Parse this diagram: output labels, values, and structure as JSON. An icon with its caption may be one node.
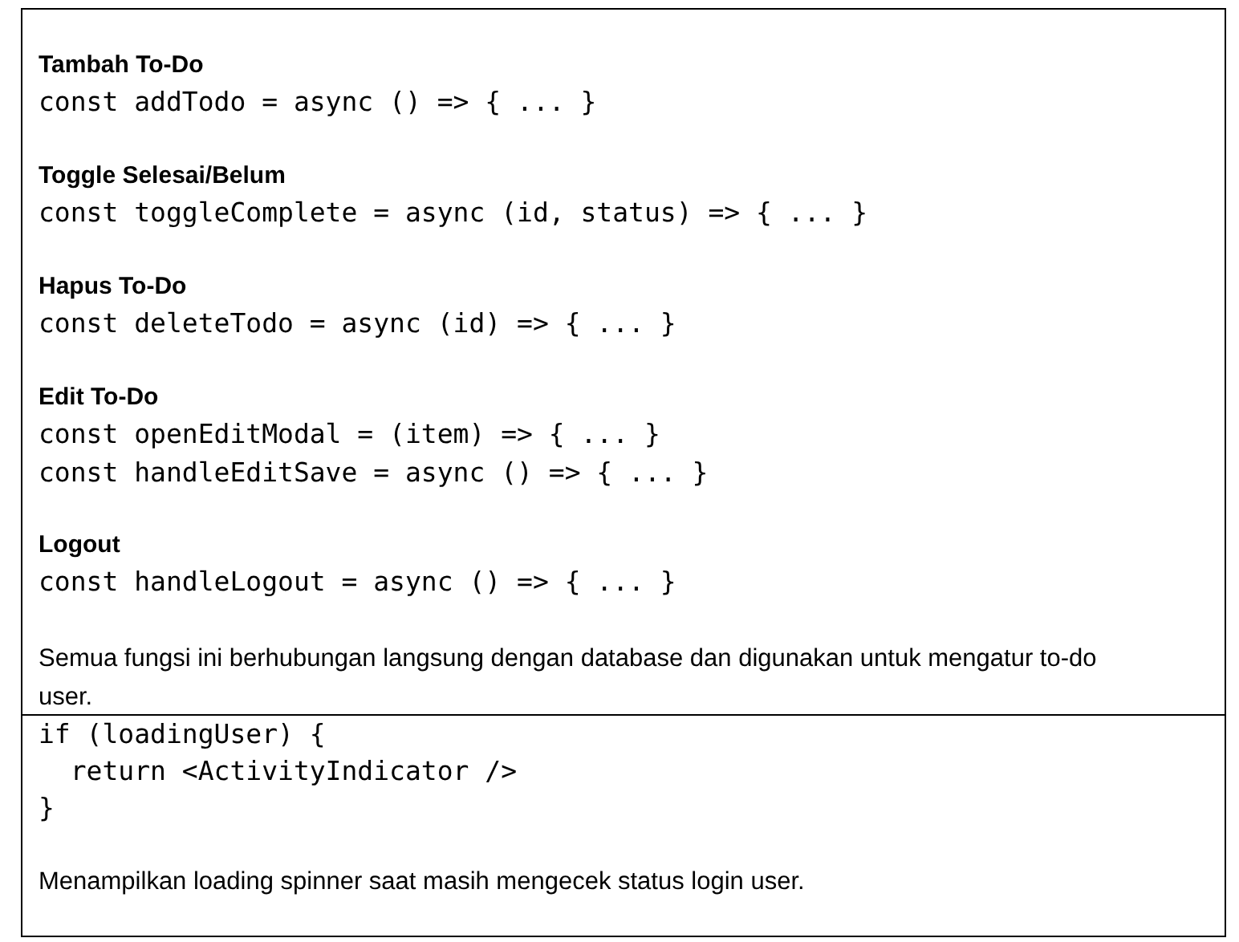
{
  "diagram": {
    "labels": [
      "Tambah To-Do",
      "const addTodo = async () => { ... }",
      "Toggle Selesai/Belum",
      "const toggleComplete = async (id, status) => { ... }",
      "Hapus To-Do",
      "const deleteTodo = async (id) => { ... }",
      "Edit To-Do",
      "const openEditModal = (item) => { ... }",
      "const handleEditSave = async () => { ... }",
      "Logout",
      "const handleLogout = async () => { ... }",
      "Semua fungsi ini berhubungan langsung dengan database dan digunakan untuk mengatur to-do user.",
      "if (loadingUser) {",
      "  return <ActivityIndicator />",
      "}",
      "Menampilkan loading spinner saat masih mengecek status login user."
    ]
  }
}
